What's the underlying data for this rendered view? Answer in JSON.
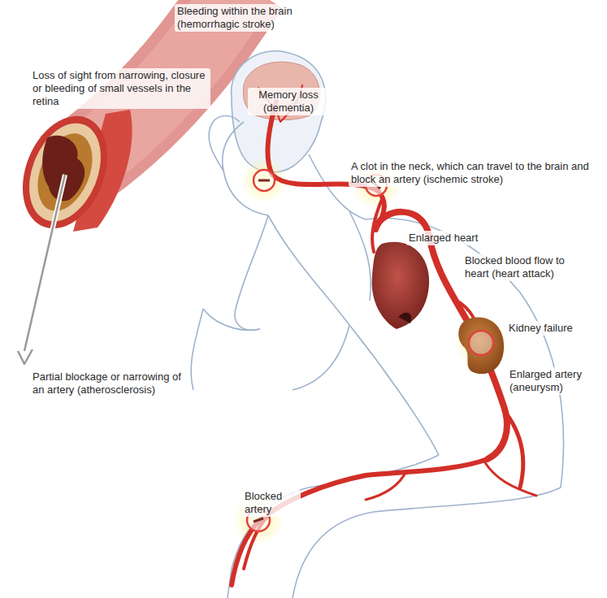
{
  "diagram": {
    "labels": [
      "Bleeding within the brain (hemorrhagic stroke)",
      "Loss of sight from narrowing, closure or bleeding of small vessels in the retina",
      "Memory loss (dementia)",
      "A clot in the neck, which can travel to the brain and block an artery (ischemic stroke)",
      "Enlarged heart",
      "Blocked blood flow to heart (heart attack)",
      "Kidney failure",
      "Enlarged artery (aneurysm)",
      "Partial blockage or narrowing of an artery (atherosclerosis)",
      "Blocked artery"
    ]
  }
}
